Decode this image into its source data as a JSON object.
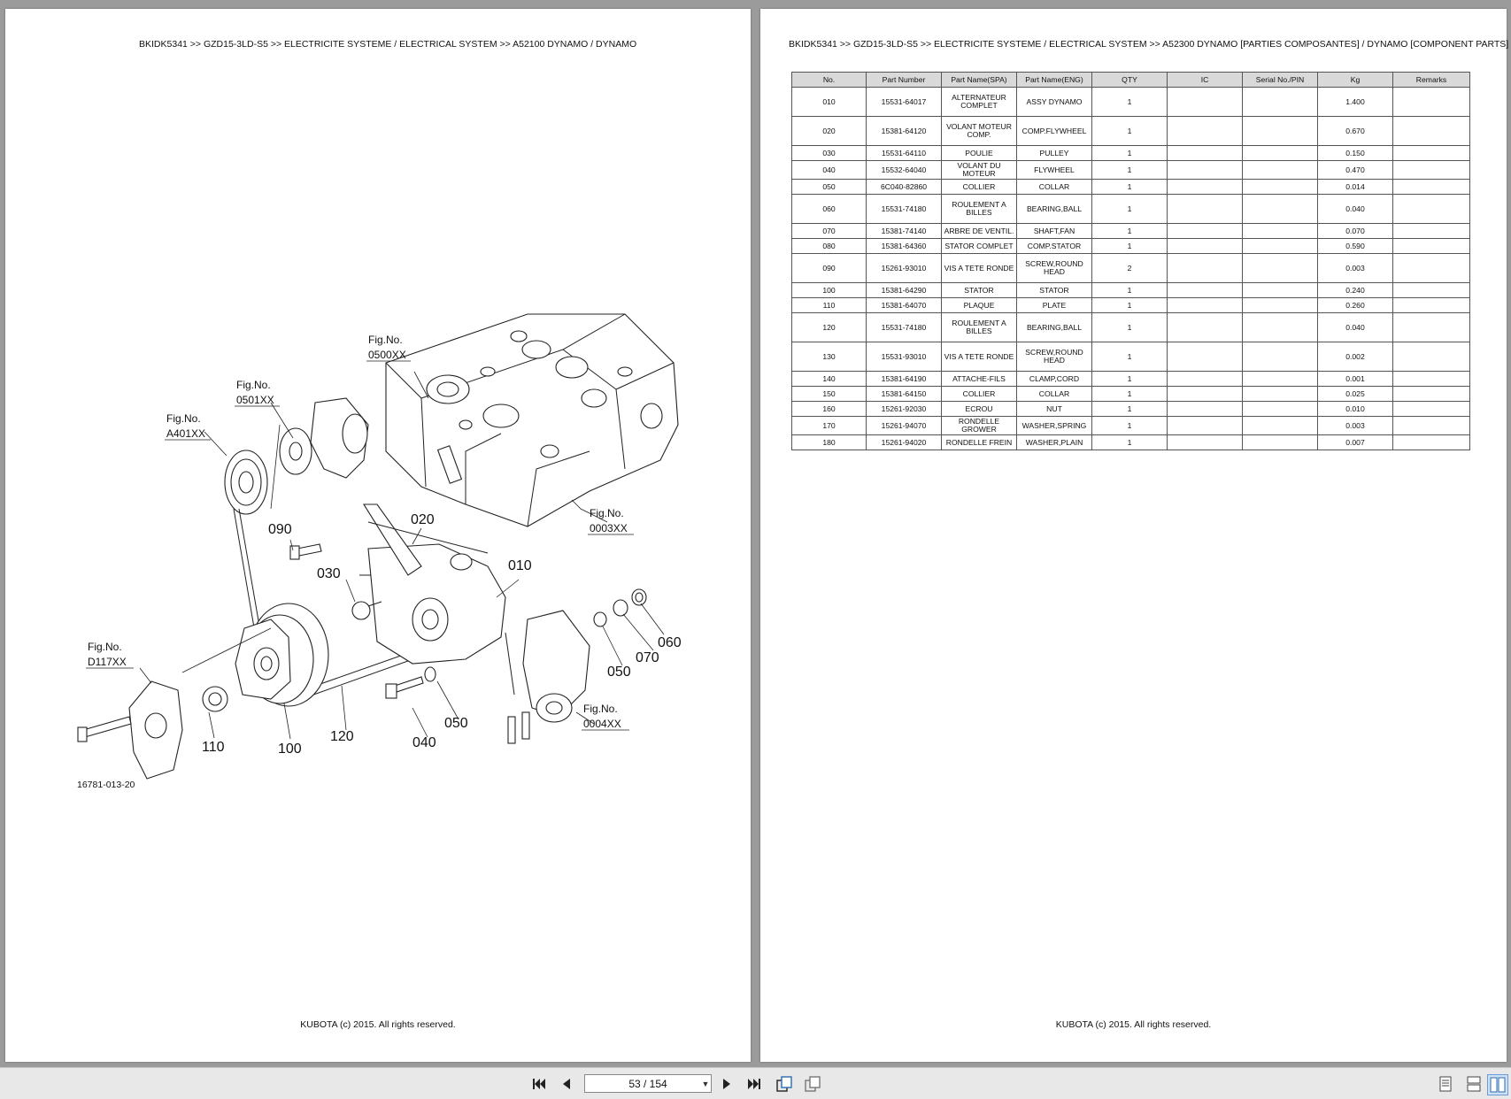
{
  "left_page": {
    "breadcrumb": "BKIDK5341 >> GZD15-3LD-S5 >> ELECTRICITE SYSTEME / ELECTRICAL SYSTEM >> A52100   DYNAMO / DYNAMO",
    "footer": "KUBOTA (c) 2015. All rights reserved.",
    "diagram": {
      "drawing_number": "16781-013-20",
      "fig_refs": {
        "fig_0500": [
          "Fig.No.",
          "0500XX"
        ],
        "fig_0501": [
          "Fig.No.",
          "0501XX"
        ],
        "fig_a401": [
          "Fig.No.",
          "A401XX"
        ],
        "fig_0003": [
          "Fig.No.",
          "0003XX"
        ],
        "fig_d117": [
          "Fig.No.",
          "D117XX"
        ],
        "fig_0004": [
          "Fig.No.",
          "0004XX"
        ]
      },
      "callouts": {
        "c020": "020",
        "c090": "090",
        "c030": "030",
        "c010": "010",
        "c060": "060",
        "c070": "070",
        "c050a": "050",
        "c050b": "050",
        "c040": "040",
        "c120": "120",
        "c110": "110",
        "c100": "100"
      }
    }
  },
  "right_page": {
    "breadcrumb": "BKIDK5341 >> GZD15-3LD-S5 >> ELECTRICITE SYSTEME / ELECTRICAL SYSTEM >> A52300   DYNAMO [PARTIES COMPOSANTES] / DYNAMO [COMPONENT PARTS]",
    "footer": "KUBOTA (c) 2015. All rights reserved.",
    "table": {
      "headers": [
        "No.",
        "Part Number",
        "Part Name(SPA)",
        "Part Name(ENG)",
        "QTY",
        "IC",
        "Serial No./PIN",
        "Kg",
        "Remarks"
      ],
      "rows": [
        [
          "010",
          "15531-64017",
          "ALTERNATEUR COMPLET",
          "ASSY DYNAMO",
          "1",
          "",
          "",
          "1.400",
          ""
        ],
        [
          "020",
          "15381-64120",
          "VOLANT MOTEUR COMP.",
          "COMP.FLYWHEEL",
          "1",
          "",
          "",
          "0.670",
          ""
        ],
        [
          "030",
          "15531-64110",
          "POULIE",
          "PULLEY",
          "1",
          "",
          "",
          "0.150",
          ""
        ],
        [
          "040",
          "15532-64040",
          "VOLANT DU MOTEUR",
          "FLYWHEEL",
          "1",
          "",
          "",
          "0.470",
          ""
        ],
        [
          "050",
          "6C040-82860",
          "COLLIER",
          "COLLAR",
          "1",
          "",
          "",
          "0.014",
          ""
        ],
        [
          "060",
          "15531-74180",
          "ROULEMENT A BILLES",
          "BEARING,BALL",
          "1",
          "",
          "",
          "0.040",
          ""
        ],
        [
          "070",
          "15381-74140",
          "ARBRE DE VENTIL.",
          "SHAFT,FAN",
          "1",
          "",
          "",
          "0.070",
          ""
        ],
        [
          "080",
          "15381-64360",
          "STATOR COMPLET",
          "COMP.STATOR",
          "1",
          "",
          "",
          "0.590",
          ""
        ],
        [
          "090",
          "15261-93010",
          "VIS A TETE RONDE",
          "SCREW,ROUND HEAD",
          "2",
          "",
          "",
          "0.003",
          ""
        ],
        [
          "100",
          "15381-64290",
          "STATOR",
          "STATOR",
          "1",
          "",
          "",
          "0.240",
          ""
        ],
        [
          "110",
          "15381-64070",
          "PLAQUE",
          "PLATE",
          "1",
          "",
          "",
          "0.260",
          ""
        ],
        [
          "120",
          "15531-74180",
          "ROULEMENT A BILLES",
          "BEARING,BALL",
          "1",
          "",
          "",
          "0.040",
          ""
        ],
        [
          "130",
          "15531-93010",
          "VIS A TETE RONDE",
          "SCREW,ROUND HEAD",
          "1",
          "",
          "",
          "0.002",
          ""
        ],
        [
          "140",
          "15381-64190",
          "ATTACHE-FILS",
          "CLAMP,CORD",
          "1",
          "",
          "",
          "0.001",
          ""
        ],
        [
          "150",
          "15381-64150",
          "COLLIER",
          "COLLAR",
          "1",
          "",
          "",
          "0.025",
          ""
        ],
        [
          "160",
          "15261-92030",
          "ECROU",
          "NUT",
          "1",
          "",
          "",
          "0.010",
          ""
        ],
        [
          "170",
          "15261-94070",
          "RONDELLE GROWER",
          "WASHER,SPRING",
          "1",
          "",
          "",
          "0.003",
          ""
        ],
        [
          "180",
          "15261-94020",
          "RONDELLE FREIN",
          "WASHER,PLAIN",
          "1",
          "",
          "",
          "0.007",
          ""
        ]
      ]
    }
  },
  "toolbar": {
    "page_indicator": "53 / 154",
    "icons": [
      "first-page-icon",
      "prev-page-icon",
      "next-page-icon",
      "last-page-icon",
      "rotate-page-icon",
      "fit-page-icon",
      "single-page-view-icon",
      "continuous-view-icon",
      "two-page-view-icon"
    ]
  }
}
